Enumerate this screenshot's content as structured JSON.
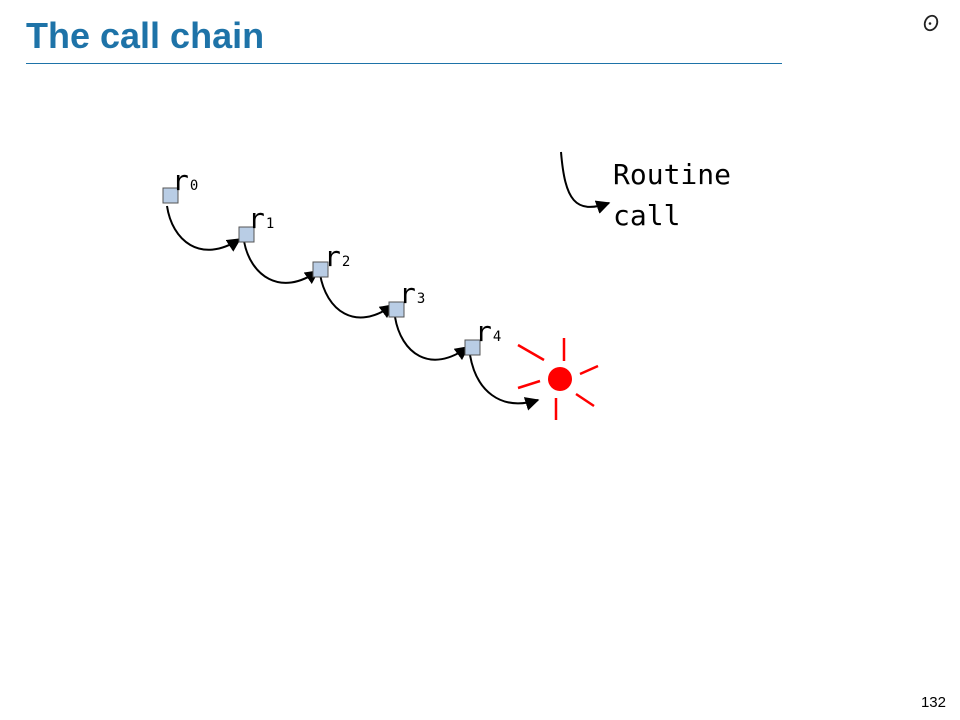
{
  "slide": {
    "title": "The call chain",
    "number": "132"
  },
  "diagram": {
    "routines": [
      {
        "name": "r",
        "index": "0"
      },
      {
        "name": "r",
        "index": "1"
      },
      {
        "name": "r",
        "index": "2"
      },
      {
        "name": "r",
        "index": "3"
      },
      {
        "name": "r",
        "index": "4"
      }
    ],
    "legend": {
      "line1": "Routine",
      "line2": "call"
    },
    "icons": {
      "logo": "logo-icon",
      "routine_node": "square-node-icon",
      "call": "curved-arrow-icon",
      "failure": "exception-burst-icon"
    },
    "colors": {
      "title": "#1e73a8",
      "node_fill": "#b9cde5",
      "node_stroke": "#555555",
      "burst": "#ff0000",
      "arrow": "#000000"
    }
  }
}
